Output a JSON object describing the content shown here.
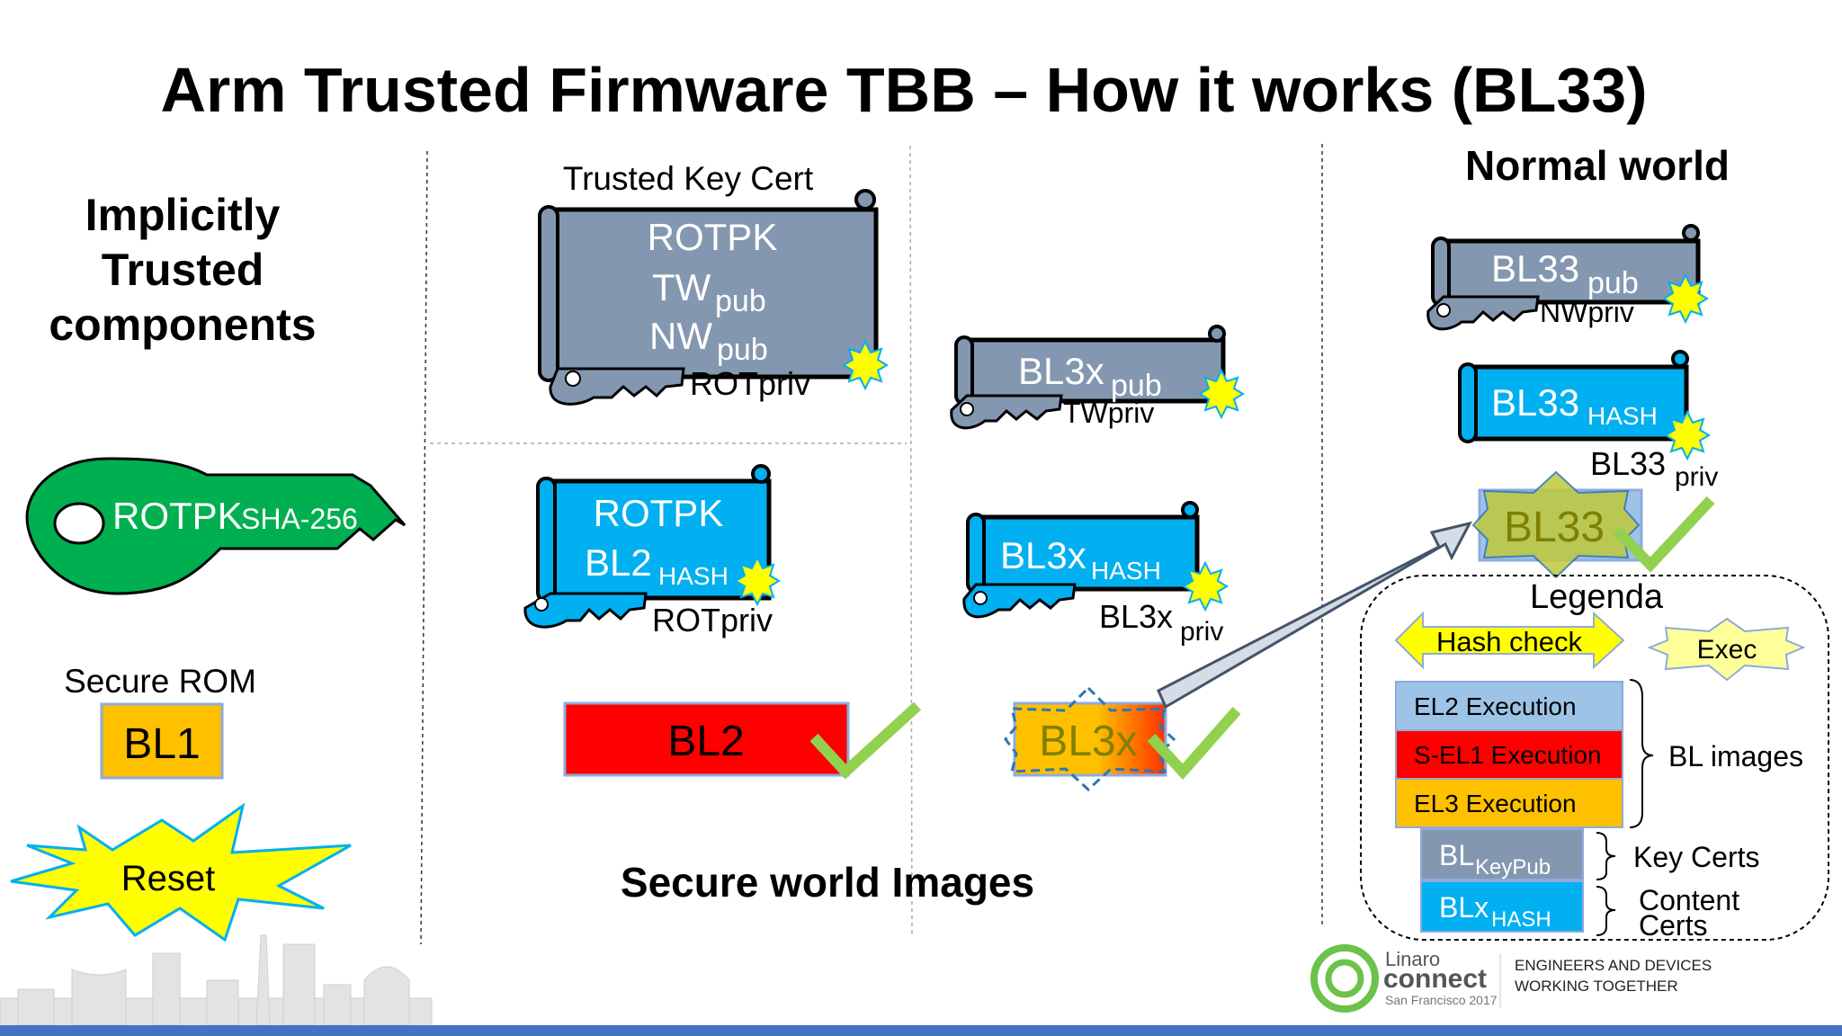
{
  "title": "Arm Trusted Firmware TBB – How it works (BL33)",
  "colors": {
    "cert_grey": "#8497b0",
    "cert_blue": "#00b0f0",
    "bl2_red": "#ff0000",
    "bl1_orange": "#ffc000",
    "key_green": "#00b050",
    "seal_yellow": "#ffff00",
    "check_green": "#92d050",
    "el2_blue": "#9dc3e6",
    "arrow_fill": "#d6dce5",
    "arrow_stroke": "#44546a",
    "footer_bar": "#4472c4"
  },
  "left": {
    "implicit_line1": "Implicitly",
    "implicit_line2": "Trusted",
    "implicit_line3": "components",
    "rotpk_key_main": "ROTPK",
    "rotpk_key_sub": "SHA-256",
    "secure_rom": "Secure ROM",
    "bl1": "BL1",
    "reset": "Reset"
  },
  "trusted_key_cert": {
    "caption": "Trusted Key Cert",
    "line1": "ROTPK",
    "line2_main": "TW",
    "line2_sub": "pub",
    "line3_main": "NW",
    "line3_sub": "pub",
    "signer": "ROTpriv"
  },
  "bl2_content_cert": {
    "line1": "ROTPK",
    "line2_main": "BL2",
    "line2_sub": "HASH",
    "signer": "ROTpriv"
  },
  "bl2_image": {
    "label": "BL2"
  },
  "bl3x_key_cert": {
    "main": "BL3x",
    "sub": "pub",
    "signer": "TWpriv"
  },
  "bl3x_content_cert": {
    "main": "BL3x",
    "sub": "HASH",
    "signer_main": "BL3x",
    "signer_sub": "priv"
  },
  "bl3x_image": {
    "label": "BL3x"
  },
  "secure_world_label": "Secure world Images",
  "normal_world": {
    "heading": "Normal world",
    "key_cert_main": "BL33",
    "key_cert_sub": "pub",
    "key_cert_signer": "NWpriv",
    "content_cert_main": "BL33",
    "content_cert_sub": "HASH",
    "content_signer_main": "BL33",
    "content_signer_sub": "priv",
    "image": "BL33"
  },
  "legend": {
    "title": "Legenda",
    "hash_check": "Hash check",
    "exec": "Exec",
    "el2": "EL2 Execution",
    "sel1": "S-EL1 Execution",
    "el3": "EL3 Execution",
    "bl_images": "BL images",
    "keypub_main": "BL",
    "keypub_sub": "KeyPub",
    "key_certs": "Key Certs",
    "hash_main": "BLx",
    "hash_sub": "HASH",
    "content_line1": "Content",
    "content_line2": "Certs"
  },
  "footer": {
    "brand1": "Linaro",
    "brand2": "connect",
    "place": "San Francisco 2017",
    "tagline1": "ENGINEERS AND DEVICES",
    "tagline2": "WORKING TOGETHER"
  }
}
